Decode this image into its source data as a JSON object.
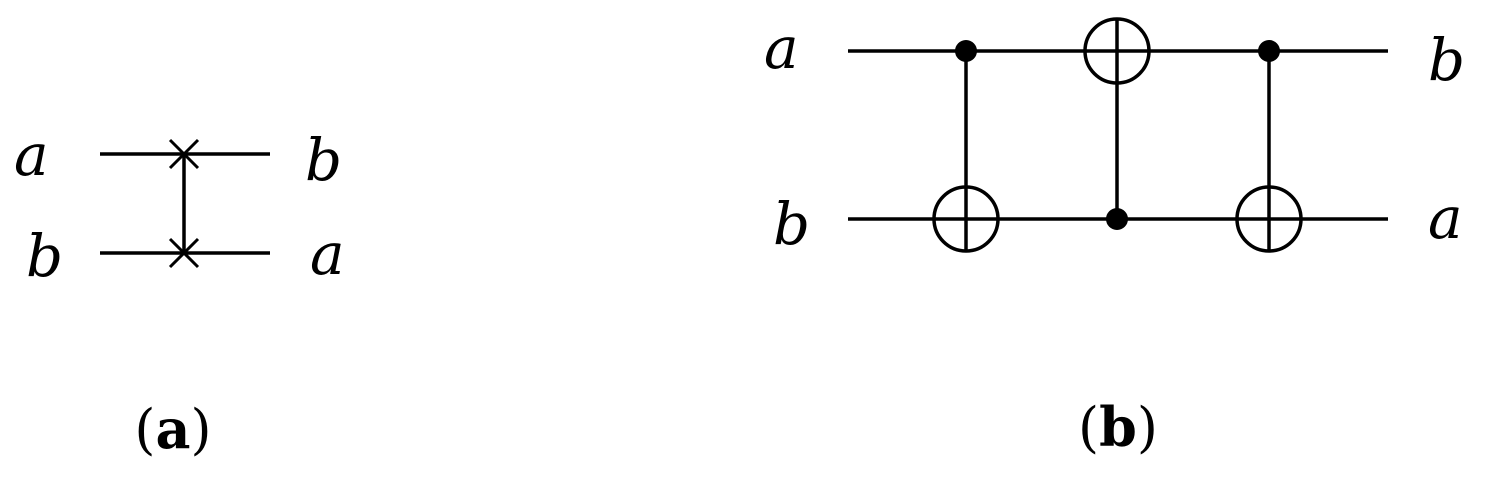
{
  "panel_a": {
    "caption_open": "(",
    "caption_letter": "a",
    "caption_close": ")",
    "input_top": "a",
    "input_bottom": "b",
    "output_top": "b",
    "output_bottom": "a"
  },
  "panel_b": {
    "caption_open": "(",
    "caption_letter": "b",
    "caption_close": ")",
    "input_top": "a",
    "input_bottom": "b",
    "output_top": "b",
    "output_bottom": "a"
  }
}
